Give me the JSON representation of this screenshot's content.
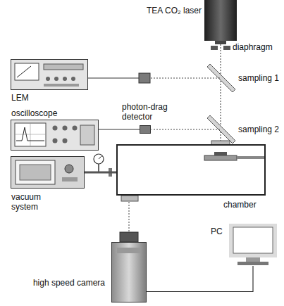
{
  "diagram": {
    "nodes": [
      {
        "text": [
          "TEA CO₂ laser"
        ]
      },
      {
        "text": [
          "LEM"
        ]
      },
      {
        "text": [
          "photon-drag detector"
        ]
      },
      {
        "text": [
          "oscilloscope"
        ]
      },
      {
        "text": [
          "vacuum system"
        ]
      },
      {
        "text": [
          "chamber"
        ]
      },
      {
        "text": [
          "high speed camera"
        ]
      },
      {
        "text": [
          "PC"
        ]
      }
    ],
    "edges": [
      {
        "from": 2,
        "to": 3,
        "arrow": "none"
      },
      {
        "from": 4,
        "to": 5,
        "arrow": "none"
      },
      {
        "from": 6,
        "to": 7,
        "arrow": "none"
      }
    ],
    "labels": [
      "diaphragm",
      "sampling 1",
      "sampling 2"
    ]
  }
}
